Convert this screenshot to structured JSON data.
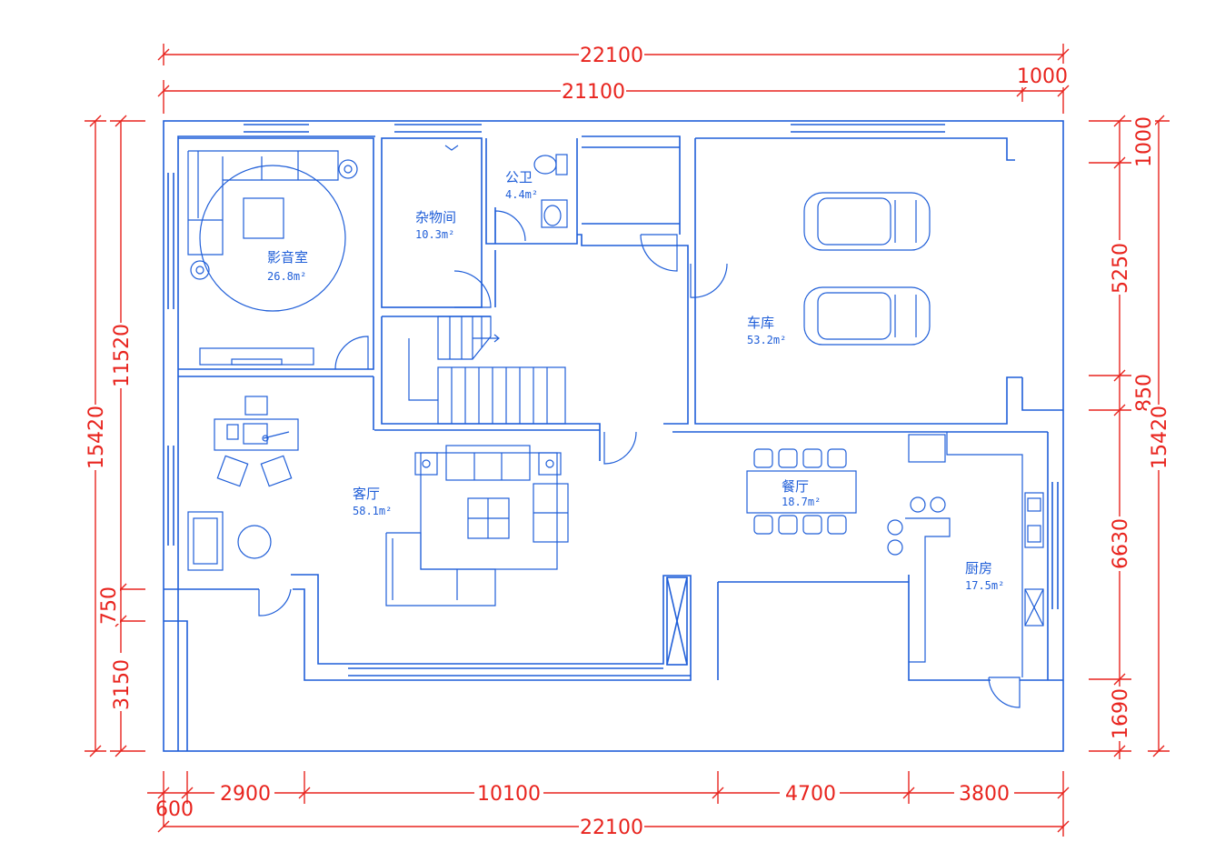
{
  "dimensions": {
    "top_total": "22100",
    "top_inner": "21100",
    "top_offset": "1000",
    "left_total": "15420",
    "left_upper": "11520",
    "left_mid": "750",
    "left_lower": "3150",
    "right_total": "15420",
    "right_1": "1000",
    "right_2": "5250",
    "right_3": "850",
    "right_4": "6630",
    "right_5": "1690",
    "bottom_1": "600",
    "bottom_2": "2900",
    "bottom_3": "10100",
    "bottom_4": "4700",
    "bottom_5": "3800",
    "bottom_total": "22100"
  },
  "rooms": {
    "theater": {
      "name": "影音室",
      "area": "26.8m²"
    },
    "storage": {
      "name": "杂物间",
      "area": "10.3m²"
    },
    "bathroom": {
      "name": "公卫",
      "area": "4.4m²"
    },
    "garage": {
      "name": "车库",
      "area": "53.2m²"
    },
    "living": {
      "name": "客厅",
      "area": "58.1m²"
    },
    "dining": {
      "name": "餐厅",
      "area": "18.7m²"
    },
    "kitchen": {
      "name": "厨房",
      "area": "17.5m²"
    }
  },
  "colors": {
    "walls": "#1f5ed8",
    "dimensions": "#e8241e",
    "background": "#ffffff"
  }
}
